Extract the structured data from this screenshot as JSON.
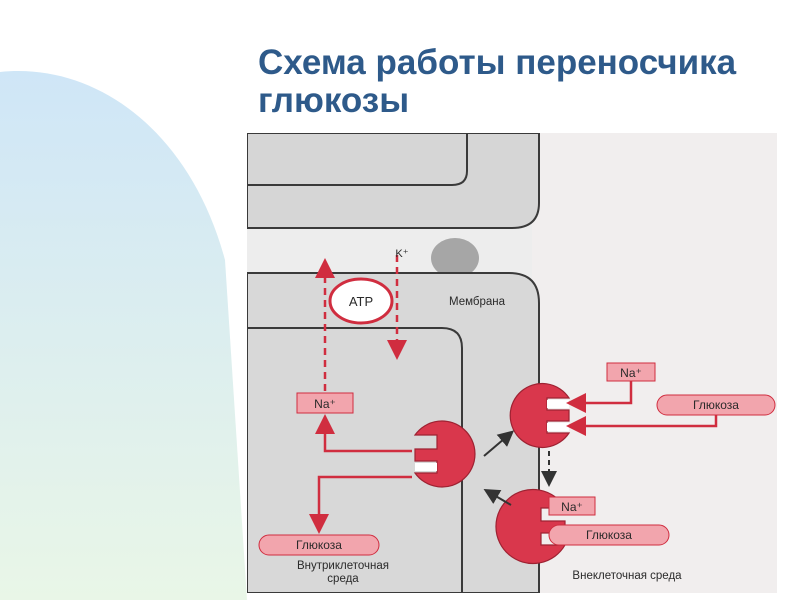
{
  "slide": {
    "title": "Схема работы переносчика глюкозы"
  },
  "diagram": {
    "atp_label": "ATP",
    "k_label": "K⁺",
    "membrane_label": "Мембрана",
    "na_inside_label": "Na⁺",
    "na_top_right_label": "Na⁺",
    "na_bottom_right_label": "Na⁺",
    "glucose_outside_top_label": "Глюкоза",
    "glucose_outside_bottom_label": "Глюкоза",
    "glucose_inside_label": "Глюкоза",
    "intracellular_label_line1": "Внутриклеточная",
    "intracellular_label_line2": "среда",
    "extracellular_label": "Внеклеточная среда"
  },
  "colors": {
    "title": "#2e5a8a",
    "background_gradient_top": "#cfe6f7",
    "background_gradient_bottom": "#e9f6e7",
    "transporter_red": "#d9374c",
    "arrow_red": "#d02d3f",
    "label_pink": "#f2a5ad",
    "cell_gray": "#d8d8d8"
  }
}
